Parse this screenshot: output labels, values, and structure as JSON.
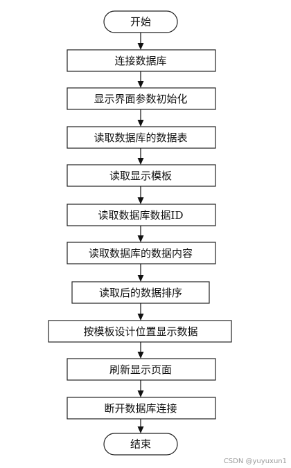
{
  "flowchart": {
    "start": "开始",
    "steps": [
      "连接数据库",
      "显示界面参数初始化",
      "读取数据库的数据表",
      "读取显示模板",
      "读取数据库数据ID",
      "读取数据库的数据内容",
      "读取后的数据排序",
      "按模板设计位置显示数据",
      "刷新显示页面",
      "断开数据库连接"
    ],
    "end": "结束"
  },
  "watermark": "CSDN @yuyuxun1"
}
